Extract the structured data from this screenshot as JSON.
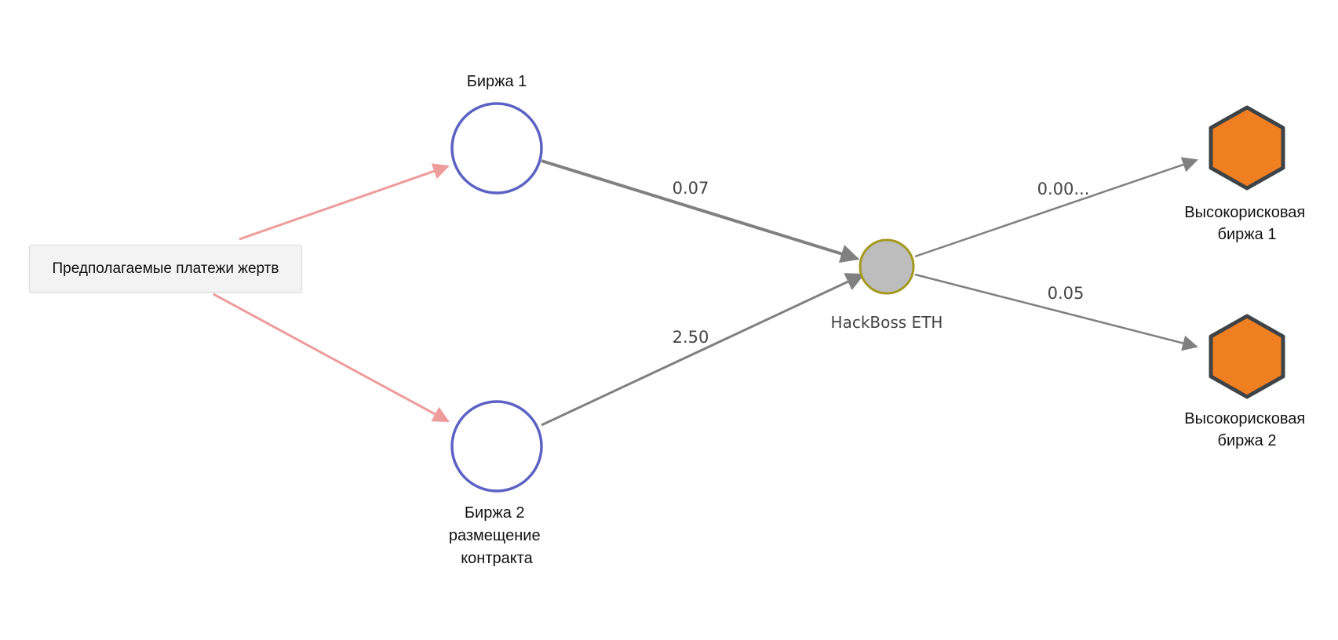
{
  "source": {
    "label": "Предполагаемые платежи жертв"
  },
  "nodes": {
    "exchange1": {
      "label": "Биржа 1"
    },
    "exchange2": {
      "label_lines": [
        "Биржа 2",
        "размещение",
        "контракта"
      ]
    },
    "hackboss": {
      "label": "HackBoss ETH"
    },
    "highrisk1": {
      "label_lines": [
        "Высокорисковая",
        "биржа 1"
      ]
    },
    "highrisk2": {
      "label_lines": [
        "Высокорисковая",
        "биржа 2"
      ]
    }
  },
  "edges": {
    "exchange1_to_hackboss": "0.07",
    "exchange2_to_hackboss": "2.50",
    "hackboss_to_highrisk1": "0.00...",
    "hackboss_to_highrisk2": "0.05"
  },
  "colors": {
    "exchange_stroke": "#5b62c4",
    "hackboss_fill": "#bdbdbd",
    "hackboss_stroke": "#a39a1e",
    "highrisk_fill": "#f07f21",
    "highrisk_stroke": "#3d4346",
    "edge": "#808080",
    "source_edge": "#ee9b9b"
  },
  "icons": {
    "exchange": "circle-node",
    "hackboss": "circle-node",
    "highrisk": "hexagon-node"
  }
}
